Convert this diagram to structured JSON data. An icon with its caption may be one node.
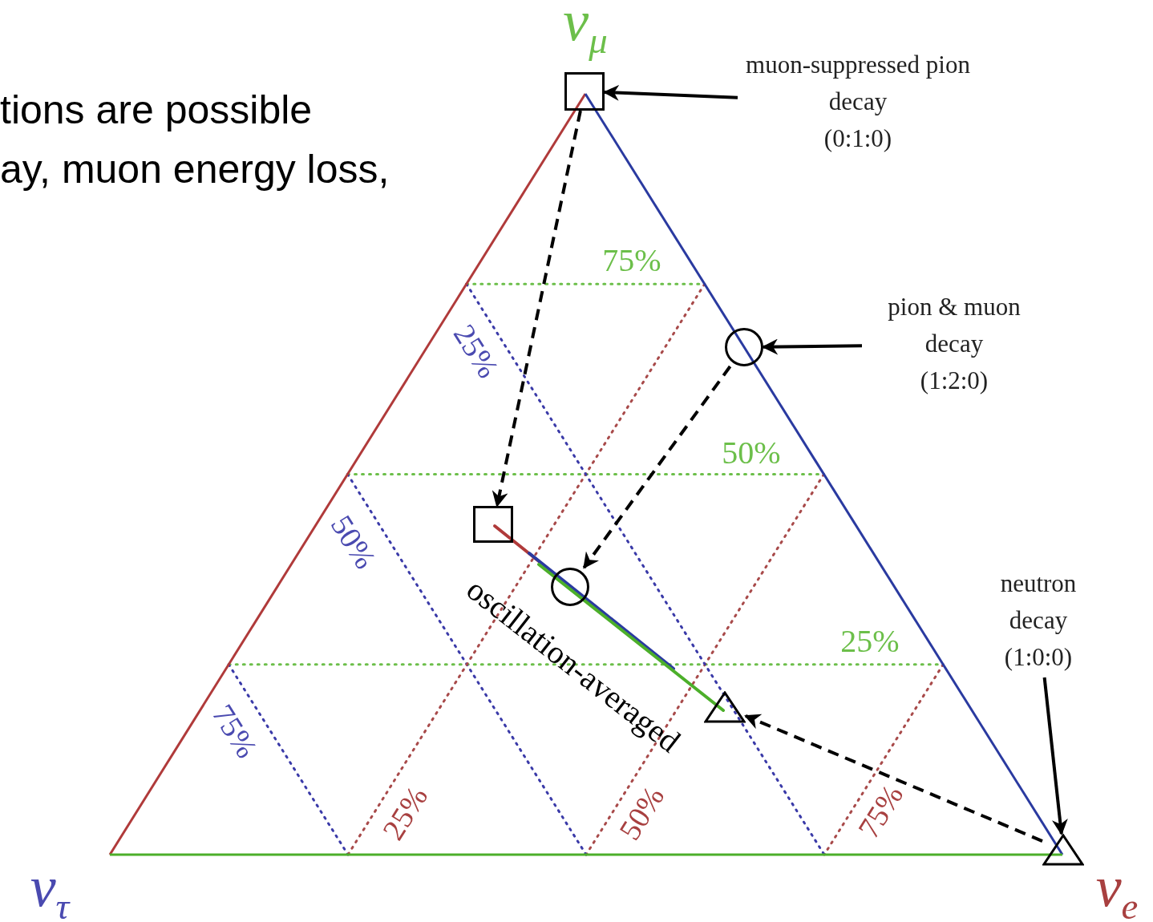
{
  "diagram": {
    "nodes": [
      {
        "text": [
          "muon-suppressed pion decay",
          "(0:1:0)"
        ]
      },
      {
        "text": [
          "pion & muon decay",
          "(1:2:0)"
        ]
      },
      {
        "text": [
          "neutron decay",
          "(1:0:0)"
        ]
      },
      {
        "text": [],
        "shape": "box"
      },
      {
        "text": [],
        "shape": "circle"
      },
      {
        "text": [],
        "shape": "triangle"
      },
      {
        "text": [],
        "shape": "box"
      },
      {
        "text": [],
        "shape": "circle"
      },
      {
        "text": [],
        "shape": "triangle"
      }
    ],
    "edges": [
      {
        "from": 0,
        "to": 3,
        "arrow": "to"
      },
      {
        "from": 1,
        "to": 4,
        "arrow": "to"
      },
      {
        "from": 2,
        "to": 5,
        "arrow": "to"
      },
      {
        "from": 3,
        "to": 6,
        "arrow": "to",
        "style": "dashed"
      },
      {
        "from": 4,
        "to": 7,
        "arrow": "to",
        "style": "dashed"
      },
      {
        "from": 5,
        "to": 8,
        "arrow": "to",
        "style": "dashed"
      }
    ],
    "labels": [
      "tions are possible",
      "ay, muon energy loss,",
      "ν$_{μ}$",
      "75%",
      "25%",
      "50%",
      "50%",
      "oscillation-averaged",
      "25%",
      "75%",
      "25%",
      "50%",
      "75%",
      "ν$_{τ}$",
      "ν$_{e}$"
    ]
  }
}
